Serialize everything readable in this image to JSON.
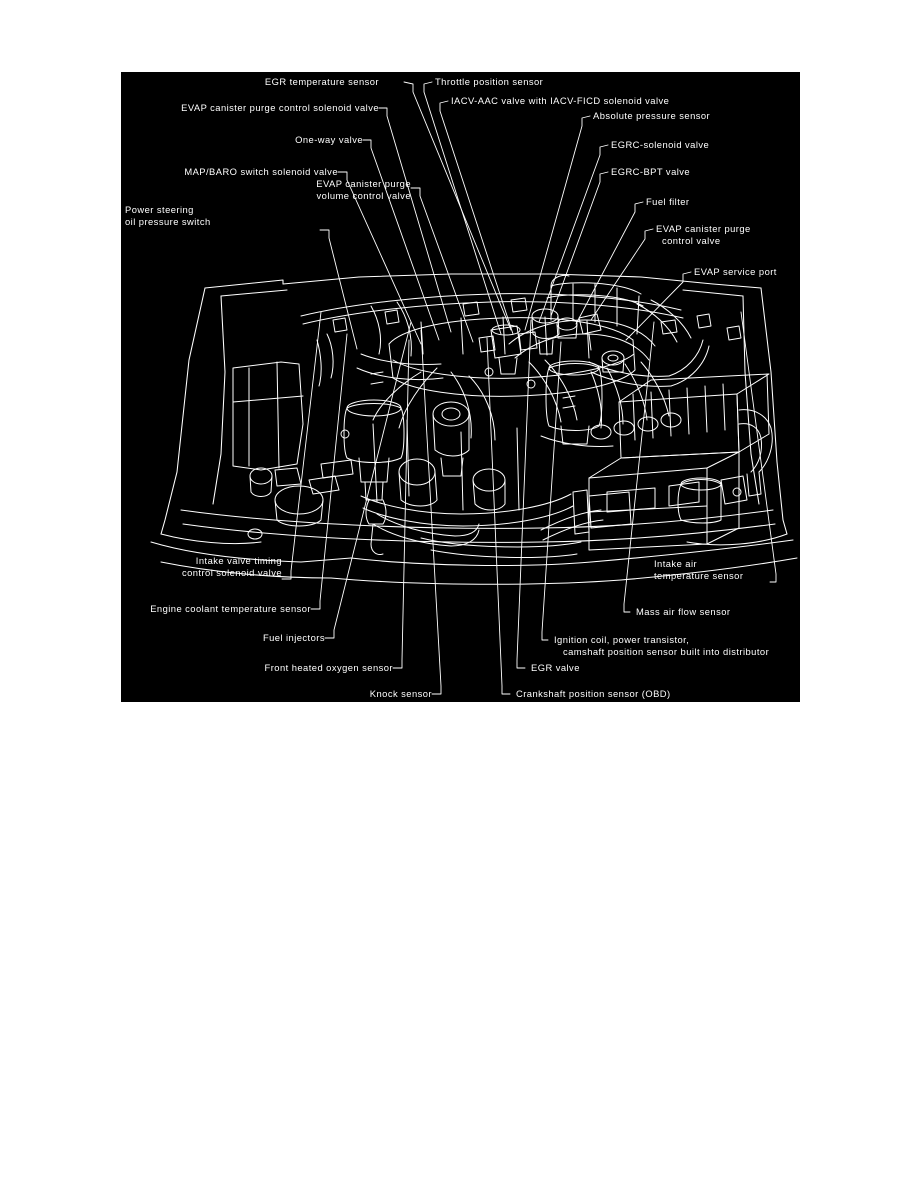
{
  "document": {
    "background_color": "#ffffff",
    "figure": {
      "background_color": "#000000",
      "line_color": "#ffffff",
      "title": "Engine component location diagram",
      "subject": "Nissan engine compartment sensor and valve locations"
    }
  },
  "callouts": {
    "top_left": [
      {
        "id": "evap-canister-purge-control-solenoid-valve",
        "lines": [
          "EVAP canister purge control solenoid valve"
        ],
        "align": "right"
      },
      {
        "id": "one-way-valve",
        "lines": [
          "One-way valve"
        ],
        "align": "right"
      },
      {
        "id": "map-baro-switch-solenoid-valve",
        "lines": [
          "MAP/BARO switch solenoid valve"
        ],
        "align": "right"
      },
      {
        "id": "evap-canister-purge-volume-control-valve",
        "lines": [
          "EVAP canister purge",
          "volume control valve"
        ],
        "align": "right"
      },
      {
        "id": "power-steering-oil-pressure-switch",
        "lines": [
          "Power steering",
          "oil pressure switch"
        ],
        "align": "left"
      }
    ],
    "top_center": [
      {
        "id": "egr-temperature-sensor",
        "lines": [
          "EGR temperature sensor"
        ],
        "align": "right"
      }
    ],
    "top_right": [
      {
        "id": "throttle-position-sensor",
        "lines": [
          "Throttle position sensor"
        ],
        "align": "left"
      },
      {
        "id": "iacv-aac-valve-with-iacv-ficd-solenoid-valve",
        "lines": [
          "IACV-AAC valve with IACV-FICD solenoid valve"
        ],
        "align": "left"
      },
      {
        "id": "absolute-pressure-sensor",
        "lines": [
          "Absolute pressure sensor"
        ],
        "align": "left"
      },
      {
        "id": "egrc-solenoid-valve",
        "lines": [
          "EGRC-solenoid valve"
        ],
        "align": "left"
      },
      {
        "id": "egrc-bpt-valve",
        "lines": [
          "EGRC-BPT valve"
        ],
        "align": "left"
      },
      {
        "id": "fuel-filter",
        "lines": [
          "Fuel filter"
        ],
        "align": "left"
      },
      {
        "id": "evap-canister-purge-control-valve",
        "lines": [
          "EVAP canister purge",
          "control valve"
        ],
        "align": "left"
      },
      {
        "id": "evap-service-port",
        "lines": [
          "EVAP service port"
        ],
        "align": "left"
      }
    ],
    "bottom_left": [
      {
        "id": "intake-valve-timing-control-solenoid-valve",
        "lines": [
          "Intake valve timing",
          "control solenoid valve"
        ],
        "align": "right"
      },
      {
        "id": "engine-coolant-temperature-sensor",
        "lines": [
          "Engine coolant temperature sensor"
        ],
        "align": "right"
      },
      {
        "id": "fuel-injectors",
        "lines": [
          "Fuel injectors"
        ],
        "align": "right"
      },
      {
        "id": "front-heated-oxygen-sensor",
        "lines": [
          "Front heated oxygen sensor"
        ],
        "align": "right"
      },
      {
        "id": "knock-sensor",
        "lines": [
          "Knock sensor"
        ],
        "align": "right"
      }
    ],
    "bottom_right": [
      {
        "id": "intake-air-temperature-sensor",
        "lines": [
          "Intake air",
          "temperature sensor"
        ],
        "align": "left"
      },
      {
        "id": "mass-air-flow-sensor",
        "lines": [
          "Mass air flow sensor"
        ],
        "align": "left"
      },
      {
        "id": "ignition-coil-power-transistor-camshaft-position-sensor",
        "lines": [
          "Ignition coil, power transistor,",
          "camshaft position sensor built into distributor"
        ],
        "align": "left"
      },
      {
        "id": "egr-valve",
        "lines": [
          "EGR valve"
        ],
        "align": "left"
      },
      {
        "id": "crankshaft-position-sensor-obd",
        "lines": [
          "Crankshaft position sensor (OBD)"
        ],
        "align": "left"
      }
    ]
  },
  "labels": {
    "egr_temperature_sensor": "EGR temperature sensor",
    "throttle_position_sensor": "Throttle position sensor",
    "evap_canister_purge_control_solenoid_valve": "EVAP canister purge control solenoid valve",
    "iacv_aac_valve": "IACV-AAC valve with IACV-FICD solenoid valve",
    "absolute_pressure_sensor": "Absolute pressure sensor",
    "one_way_valve": "One-way valve",
    "egrc_solenoid_valve": "EGRC-solenoid valve",
    "map_baro_switch_solenoid_valve": "MAP/BARO switch solenoid valve",
    "egrc_bpt_valve": "EGRC-BPT valve",
    "evap_canister_purge_volume_l1": "EVAP canister purge",
    "evap_canister_purge_volume_l2": "volume control valve",
    "fuel_filter": "Fuel filter",
    "power_steering_l1": "Power steering",
    "power_steering_l2": "oil pressure switch",
    "evap_canister_purge_control_l1": "EVAP canister purge",
    "evap_canister_purge_control_l2": "control valve",
    "evap_service_port": "EVAP service port",
    "intake_valve_timing_l1": "Intake valve timing",
    "intake_valve_timing_l2": "control solenoid valve",
    "intake_air_temp_l1": "Intake air",
    "intake_air_temp_l2": "temperature sensor",
    "engine_coolant_temperature_sensor": "Engine coolant temperature sensor",
    "mass_air_flow_sensor": "Mass air flow sensor",
    "fuel_injectors": "Fuel injectors",
    "ignition_coil_l1": "Ignition coil, power transistor,",
    "ignition_coil_l2": "camshaft position sensor built into distributor",
    "front_heated_oxygen_sensor": "Front heated oxygen sensor",
    "egr_valve": "EGR valve",
    "knock_sensor": "Knock sensor",
    "crankshaft_position_sensor": "Crankshaft position sensor (OBD)"
  }
}
